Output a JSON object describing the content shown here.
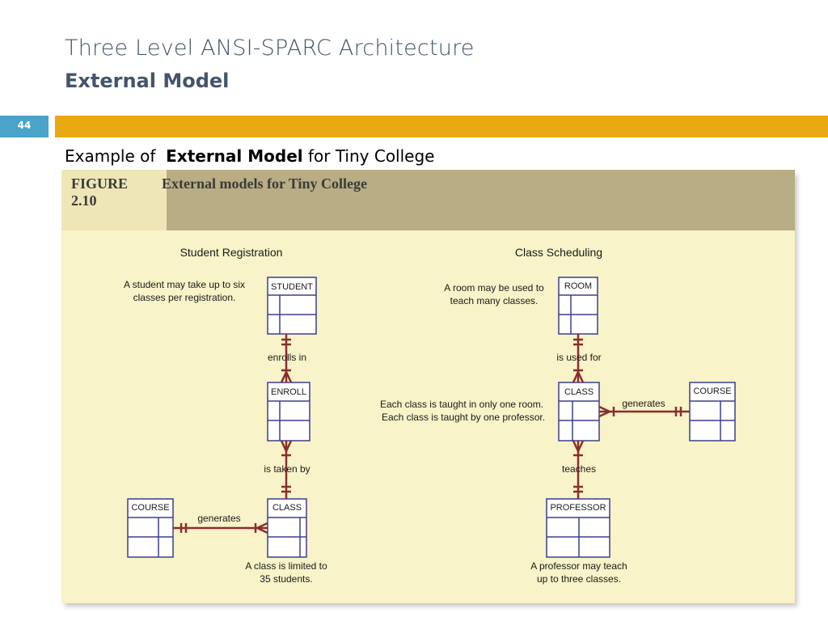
{
  "slide": {
    "title_line1": "Three Level ANSI-SPARC Architecture",
    "title_line2": "External Model",
    "slide_number": "44",
    "subtitle_prefix": "Example of",
    "subtitle_bold": "External Model",
    "subtitle_suffix": "for Tiny College"
  },
  "figure": {
    "label_line1": "FIGURE",
    "label_line2": "2.10",
    "title": "External models for Tiny College"
  },
  "diagram": {
    "left": {
      "heading": "Student Registration",
      "note_student_1": "A student may take up to six",
      "note_student_2": "classes per registration.",
      "note_class_1": "A class is limited to",
      "note_class_2": "35 students.",
      "rel_enrolls": "enrolls in",
      "rel_taken": "is taken by",
      "rel_generates": "generates",
      "entity_student": "STUDENT",
      "entity_enroll": "ENROLL",
      "entity_class": "CLASS",
      "entity_course": "COURSE"
    },
    "right": {
      "heading": "Class Scheduling",
      "note_room_1": "A room may be used to",
      "note_room_2": "teach many classes.",
      "note_class_1": "Each class is taught in only one room.",
      "note_class_2": "Each class is taught by one professor.",
      "note_prof_1": "A professor may teach",
      "note_prof_2": "up to three classes.",
      "rel_used": "is used for",
      "rel_generates": "generates",
      "rel_teaches": "teaches",
      "entity_room": "ROOM",
      "entity_class": "CLASS",
      "entity_course": "COURSE",
      "entity_professor": "PROFESSOR"
    }
  },
  "colors": {
    "title": "#44546a",
    "slide_number_bg": "#4aa3c8",
    "accent_bar": "#e8a810",
    "figure_bg": "#f8f3c8",
    "figure_header": "#b8ad84",
    "entity_border": "#3b3f8c",
    "relationship_line": "#8b2e2e"
  }
}
